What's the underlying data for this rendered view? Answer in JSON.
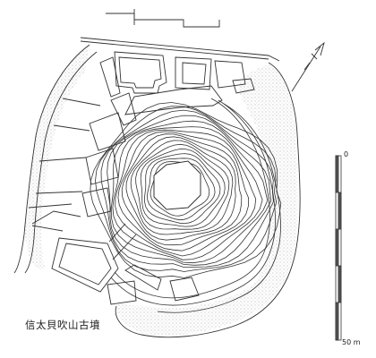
{
  "caption": "信太貝吹山古墳",
  "scale": {
    "top_label": "0",
    "bottom_label": "50 m"
  },
  "colors": {
    "line": "#333333",
    "stipple": "#b9b9b9",
    "background": "#ffffff"
  },
  "contour_count": 16,
  "icons": {
    "north_arrow": "north-arrow-icon"
  }
}
